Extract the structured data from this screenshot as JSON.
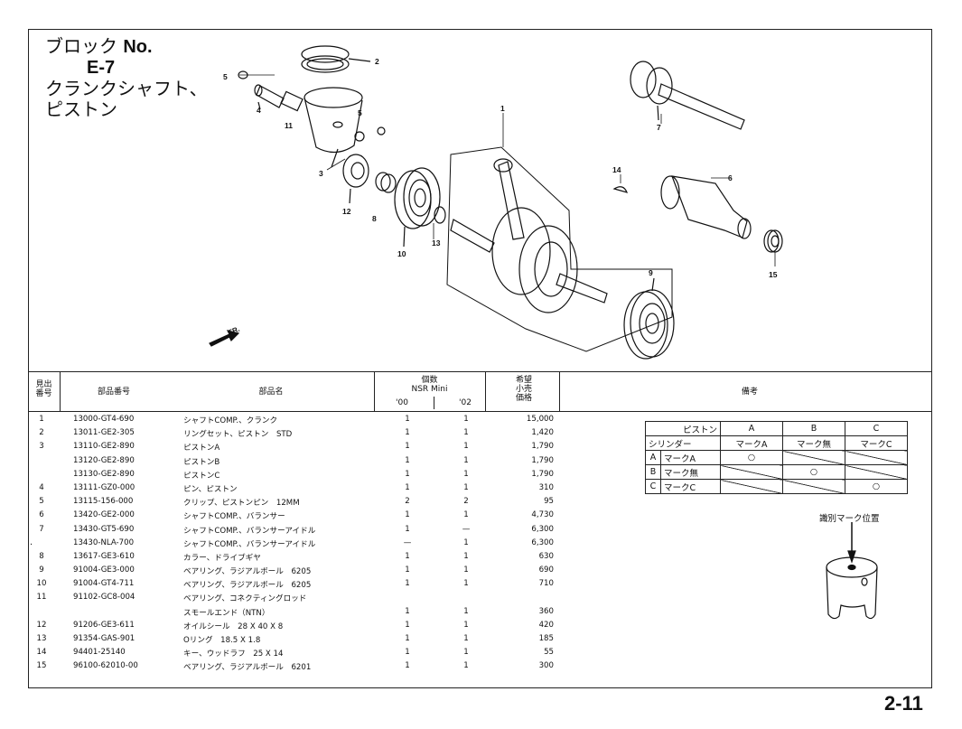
{
  "title": {
    "line1": "ブロック ",
    "line1_no": "No.",
    "block_code": "E-7",
    "line3": "クランクシャフト、",
    "line4": "ピストン"
  },
  "diagram": {
    "callouts": [
      "1",
      "2",
      "3",
      "4",
      "5",
      "5",
      "6",
      "7",
      "8",
      "9",
      "10",
      "11",
      "12",
      "13",
      "14",
      "15"
    ],
    "front_label": "FR."
  },
  "table": {
    "headers": {
      "ref_l1": "見出",
      "ref_l2": "番号",
      "part_no": "部品番号",
      "part_name": "部品名",
      "qty": "個数",
      "model": "NSR Mini",
      "year00": "'00",
      "year02": "'02",
      "price_l1": "希望",
      "price_l2": "小売",
      "price_l3": "価格",
      "remarks": "備考"
    },
    "rows": [
      {
        "ref": "1",
        "part": "13000-GT4-690",
        "name": "シャフトCOMP.、クランク",
        "q00": "1",
        "q02": "1",
        "price": "15,000"
      },
      {
        "ref": "2",
        "part": "13011-GE2-305",
        "name": "リングセット、ピストン　STD",
        "q00": "1",
        "q02": "1",
        "price": "1,420"
      },
      {
        "ref": "3",
        "part": "13110-GE2-890",
        "name": "ピストンA",
        "q00": "1",
        "q02": "1",
        "price": "1,790"
      },
      {
        "ref": "",
        "part": "13120-GE2-890",
        "name": "ピストンB",
        "q00": "1",
        "q02": "1",
        "price": "1,790"
      },
      {
        "ref": "",
        "part": "13130-GE2-890",
        "name": "ピストンC",
        "q00": "1",
        "q02": "1",
        "price": "1,790"
      },
      {
        "ref": "4",
        "part": "13111-GZ0-000",
        "name": "ピン、ピストン",
        "q00": "1",
        "q02": "1",
        "price": "310"
      },
      {
        "ref": "5",
        "part": "13115-156-000",
        "name": "クリップ、ピストンピン　12MM",
        "q00": "2",
        "q02": "2",
        "price": "95"
      },
      {
        "ref": "6",
        "part": "13420-GE2-000",
        "name": "シャフトCOMP.、バランサー",
        "q00": "1",
        "q02": "1",
        "price": "4,730"
      },
      {
        "ref": "7",
        "part": "13430-GT5-690",
        "name": "シャフトCOMP.、バランサーアイドル",
        "q00": "1",
        "q02": "—",
        "price": "6,300"
      },
      {
        "ref": "",
        "part": "13430-NLA-700",
        "name": "シャフトCOMP.、バランサーアイドル",
        "q00": "—",
        "q02": "1",
        "price": "6,300"
      },
      {
        "ref": "8",
        "part": "13617-GE3-610",
        "name": "カラー、ドライブギヤ",
        "q00": "1",
        "q02": "1",
        "price": "630"
      },
      {
        "ref": "9",
        "part": "91004-GE3-000",
        "name": "ベアリング、ラジアルボール　6205",
        "q00": "1",
        "q02": "1",
        "price": "690"
      },
      {
        "ref": "10",
        "part": "91004-GT4-711",
        "name": "ベアリング、ラジアルボール　6205",
        "q00": "1",
        "q02": "1",
        "price": "710"
      },
      {
        "ref": "11",
        "part": "91102-GC8-004",
        "name": "ベアリング、コネクティングロッド",
        "q00": "",
        "q02": "",
        "price": ""
      },
      {
        "ref": "",
        "part": "",
        "name": "スモールエンド（NTN）",
        "q00": "1",
        "q02": "1",
        "price": "360"
      },
      {
        "ref": "12",
        "part": "91206-GE3-611",
        "name": "オイルシール　28 X 40 X 8",
        "q00": "1",
        "q02": "1",
        "price": "420"
      },
      {
        "ref": "13",
        "part": "91354-GAS-901",
        "name": "Oリング　18.5 X 1.8",
        "q00": "1",
        "q02": "1",
        "price": "185"
      },
      {
        "ref": "14",
        "part": "94401-25140",
        "name": "キー、ウッドラフ　25 X 14",
        "q00": "1",
        "q02": "1",
        "price": "55"
      },
      {
        "ref": "15",
        "part": "96100-62010-00",
        "name": "ベアリング、ラジアルボール　6201",
        "q00": "1",
        "q02": "1",
        "price": "300"
      }
    ],
    "side_tick": "·"
  },
  "remarks": {
    "matrix": {
      "corner_top": "ピストン",
      "corner_bottom": "シリンダー",
      "col_heads": [
        "A",
        "B",
        "C"
      ],
      "col_subs": [
        "マークA",
        "マーク無",
        "マークC"
      ],
      "row_letters": [
        "A",
        "B",
        "C"
      ],
      "row_labels": [
        "マークA",
        "マーク無",
        "マークC"
      ],
      "mark": "○"
    },
    "mark_position_caption": "識別マーク位置"
  },
  "page_number": "2-11"
}
